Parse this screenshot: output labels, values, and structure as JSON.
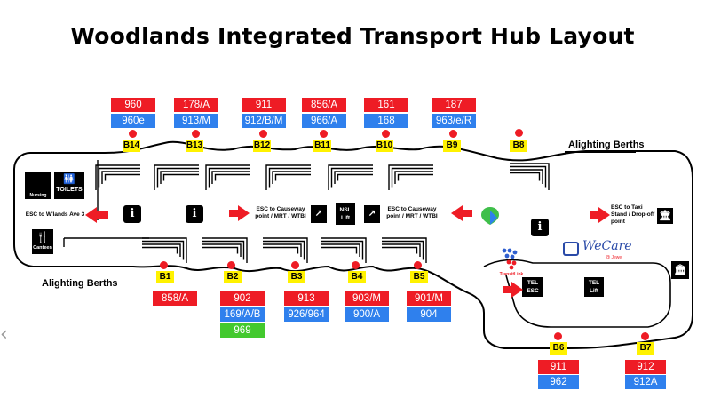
{
  "title": "Woodlands Integrated Transport Hub Layout",
  "top_routes": [
    {
      "berth": "B14",
      "red": "960",
      "blue": "960e"
    },
    {
      "berth": "B13",
      "red": "178/A",
      "blue": "913/M"
    },
    {
      "berth": "B12",
      "red": "911",
      "blue": "912/B/M"
    },
    {
      "berth": "B11",
      "red": "856/A",
      "blue": "966/A"
    },
    {
      "berth": "B10",
      "red": "161",
      "blue": "168"
    },
    {
      "berth": "B9",
      "red": "187",
      "blue": "963/e/R"
    }
  ],
  "b8": "B8",
  "bottom_routes": [
    {
      "berth": "B1",
      "red": "858/A"
    },
    {
      "berth": "B2",
      "red": "902",
      "blue": "169/A/B",
      "green": "969"
    },
    {
      "berth": "B3",
      "red": "913",
      "blue": "926/964"
    },
    {
      "berth": "B4",
      "red": "903/M",
      "blue": "900/A"
    },
    {
      "berth": "B5",
      "red": "901/M",
      "blue": "904"
    }
  ],
  "right_routes": [
    {
      "berth": "B6",
      "red": "911",
      "blue": "962"
    },
    {
      "berth": "B7",
      "red": "912",
      "blue": "912A"
    }
  ],
  "labels": {
    "alighting_top": "Alighting Berths",
    "alighting_bottom": "Alighting Berths",
    "esc_woodlands": "ESC to W'lands Ave 3",
    "esc_causeway_1": "ESC to Causeway point / MRT / WTBI",
    "esc_causeway_2": "ESC to Causeway point / MRT / WTBI",
    "nsl_lift": "NSL Lift",
    "esc_taxi": "ESC to Taxi Stand / Drop-off point",
    "tel_esc": "TEL ESC",
    "tel_lift": "TEL Lift",
    "toilets": "TOILETS",
    "nursing": "Nursing Room",
    "canteen": "Canteen",
    "translink": "TransitLink",
    "wecare": "WeCare",
    "wecare_sub": "@ Jewel"
  },
  "colors": {
    "red": "#ee1c25",
    "blue": "#2f80ed",
    "green": "#43c92e",
    "yellow": "#fff200"
  },
  "icons": [
    "info-icon",
    "escalator-icon",
    "lift-icon",
    "toilet-icon",
    "nursing-room-icon",
    "canteen-icon",
    "taxi-icon",
    "location-pin-icon",
    "transitlink-logo",
    "wecare-bus-icon"
  ]
}
